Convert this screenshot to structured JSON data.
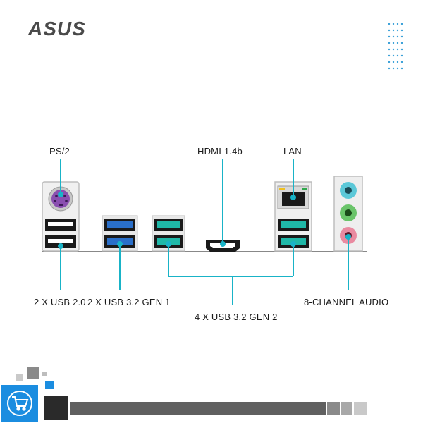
{
  "brand": {
    "name": "ASUS"
  },
  "labels": {
    "ps2": "PS/2",
    "hdmi": "HDMI 1.4b",
    "lan": "LAN",
    "usb20": "2 X USB 2.0",
    "usb32gen1": "2 X USB 3.2 GEN 1",
    "usb32gen2": "4 X USB 3.2 GEN 2",
    "audio": "8-CHANNEL AUDIO"
  },
  "colors": {
    "accent": "#19b3c7",
    "usb_gen1_blue": "#2a6fc9",
    "usb_gen2_teal": "#1fb8a8",
    "ps2_purple": "#8a4fb0",
    "audio_blue": "#5bc8d8",
    "audio_green": "#6ac46a",
    "audio_pink": "#e98aa0",
    "bar_dark": "#606060",
    "bar_light": "#c9c9c9",
    "cart_blue": "#1b8de0"
  },
  "icons": {
    "cart": "shopping-cart-icon",
    "dots": "dot-grid-decoration"
  }
}
